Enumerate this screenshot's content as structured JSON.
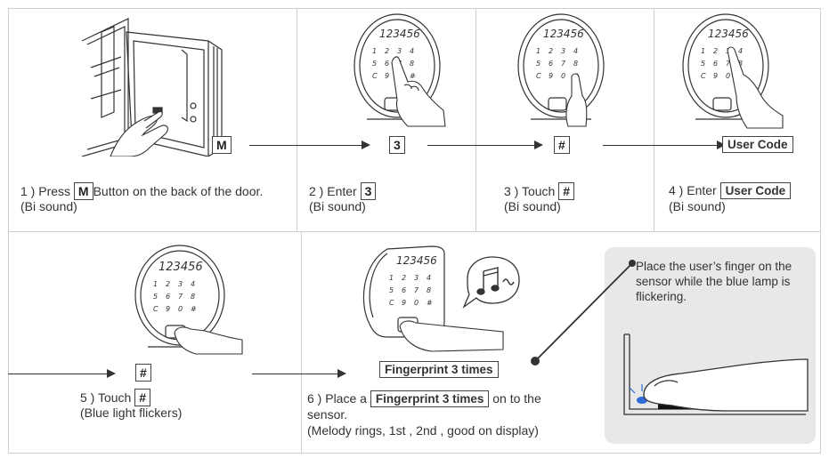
{
  "steps": [
    {
      "key_label": "M",
      "line1_prefix": "1 ) Press",
      "line1_key": "M",
      "line1_suffix": "Button on the back of the door.",
      "line2": "(Bi sound)"
    },
    {
      "key_label": "3",
      "line1_prefix": "2 ) Enter",
      "line1_key": "3",
      "line2": "(Bi sound)"
    },
    {
      "key_label": "#",
      "line1_prefix": "3 ) Touch",
      "line1_key": "#",
      "line2": "(Bi sound)"
    },
    {
      "key_label": "User Code",
      "line1_prefix": "4 ) Enter",
      "line1_key": "User Code",
      "line2": "(Bi sound)"
    },
    {
      "key_label": "#",
      "line1_prefix": "5 ) Touch",
      "line1_key": "#",
      "line2": "(Blue light flickers)"
    },
    {
      "key_label": "Fingerprint 3 times",
      "line1_prefix": "6 ) Place a",
      "line1_key": "Fingerprint 3 times",
      "line1_suffix": "on to the",
      "line2": "sensor.",
      "line3": "(Melody rings, 1st , 2nd , good on display)"
    }
  ],
  "keypad_display": "123456",
  "keypad_keys": [
    "1",
    "2",
    "3",
    "4",
    "5",
    "6",
    "7",
    "8",
    "C",
    "9",
    "0",
    "#"
  ],
  "callout": {
    "text": "Place the user’s finger on the sensor while the blue lamp is flickering."
  },
  "colors": {
    "border": "#cfcfcf",
    "callout_bg": "#e8e8e8",
    "blue_lamp": "#2f6bd8",
    "ink": "#333333"
  }
}
